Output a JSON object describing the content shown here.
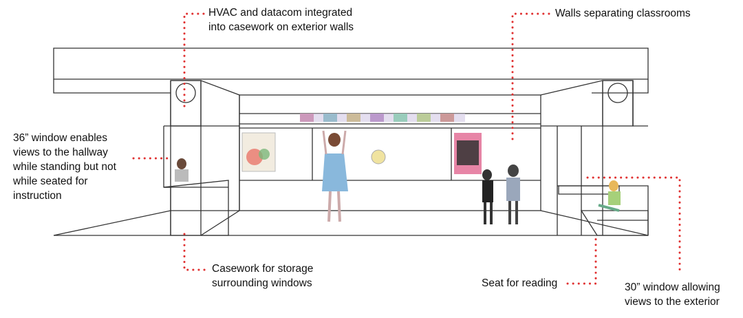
{
  "diagram": {
    "callouts": [
      {
        "id": "hvac",
        "lines": [
          "HVAC and datacom integrated",
          "into casework on exterior walls"
        ]
      },
      {
        "id": "walls",
        "lines": [
          "Walls separating classrooms"
        ]
      },
      {
        "id": "window36",
        "lines": [
          "36” window enables",
          "views to the hallway",
          "while standing but not",
          "while seated for",
          "instruction"
        ]
      },
      {
        "id": "casework",
        "lines": [
          "Casework for storage",
          "surrounding windows"
        ]
      },
      {
        "id": "seat",
        "lines": [
          "Seat for reading"
        ]
      },
      {
        "id": "window30",
        "lines": [
          "30” window allowing",
          "views to the exterior"
        ]
      }
    ],
    "colors": {
      "leader": "#e03030",
      "line": "#333333",
      "text": "#111111",
      "photo_fill": "#ebebeb"
    },
    "icons": [
      "globe-icon",
      "whiteboard-poster",
      "teacher-figure",
      "child-figure"
    ]
  }
}
